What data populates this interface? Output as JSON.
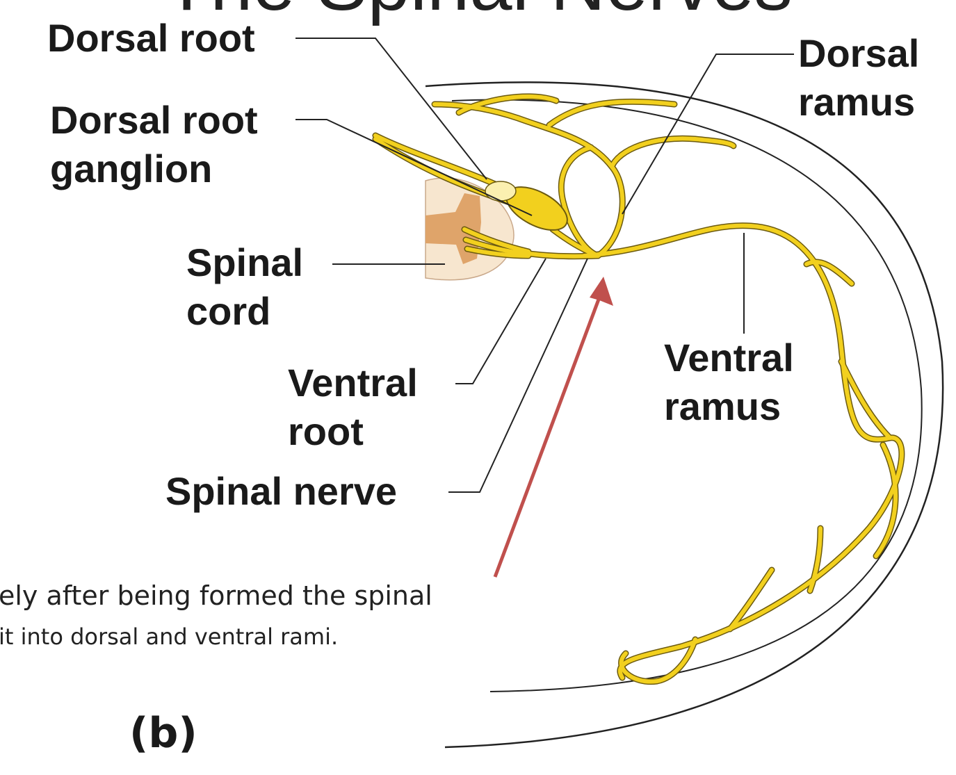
{
  "title": "The Spinal Nerves",
  "labels": {
    "dorsal_root": "Dorsal root",
    "dorsal_root_ganglion_1": "Dorsal root",
    "dorsal_root_ganglion_2": "ganglion",
    "spinal_cord_1": "Spinal",
    "spinal_cord_2": "cord",
    "ventral_root_1": "Ventral",
    "ventral_root_2": "root",
    "spinal_nerve": "Spinal nerve",
    "dorsal_ramus_1": "Dorsal",
    "dorsal_ramus_2": "ramus",
    "ventral_ramus_1": "Ventral",
    "ventral_ramus_2": "ramus"
  },
  "caption": {
    "line1": "ely after being formed the spinal",
    "line2": "it into dorsal and ventral rami."
  },
  "figure_label": "(b)",
  "colors": {
    "nerve": "#f2d01e",
    "nerve_outline": "#6b5a10",
    "arrow": "#c0504d",
    "cord_outer": "#f7e6cf",
    "cord_inner": "#dfa46a"
  }
}
